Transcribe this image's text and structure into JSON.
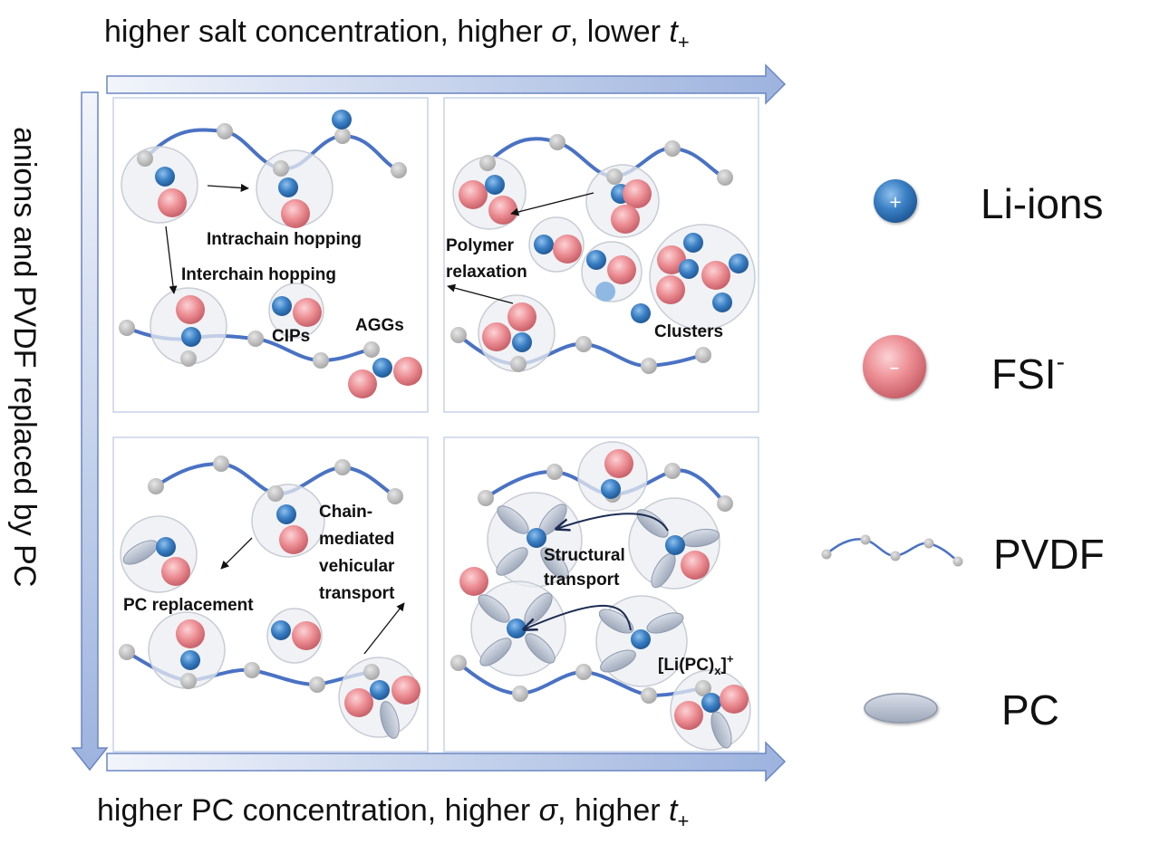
{
  "axes": {
    "top_prefix": "higher salt concentration, higher ",
    "top_sigma": "σ",
    "top_mid": ", lower ",
    "top_t": "t",
    "top_sub": "+",
    "bottom_prefix": "higher PC concentration, higher ",
    "bottom_sigma": "σ",
    "bottom_mid": ", higher ",
    "bottom_t": "t",
    "bottom_sub": "+",
    "left": "anions and PVDF replaced by PC"
  },
  "panel1": {
    "intrachain": "Intrachain hopping",
    "interchain": "Interchain hopping",
    "cips": "CIPs",
    "aggs": "AGGs"
  },
  "panel2": {
    "polymer_line1": "Polymer",
    "polymer_line2": "relaxation",
    "clusters": "Clusters"
  },
  "panel3": {
    "pc_replacement": "PC replacement",
    "chain_line1": "Chain-",
    "chain_line2": "mediated",
    "chain_line3": "vehicular",
    "chain_line4": "transport"
  },
  "panel4": {
    "structural_line1": "Structural",
    "structural_line2": "transport",
    "complex_main": "[Li(PC)",
    "complex_sub": "x",
    "complex_end": "]",
    "complex_sup": "+"
  },
  "legend": {
    "li": "Li-ions",
    "fsi": "FSI",
    "fsi_sup": "-",
    "pvdf": "PVDF",
    "pc": "PC"
  },
  "colors": {
    "li": "#3a7fc4",
    "fsi": "#e8868c",
    "pvdf": "#4a72c4",
    "bead": "#c4c4c4",
    "pc": "#b4bdcc",
    "arrow_fill": "#c6d3ec"
  }
}
